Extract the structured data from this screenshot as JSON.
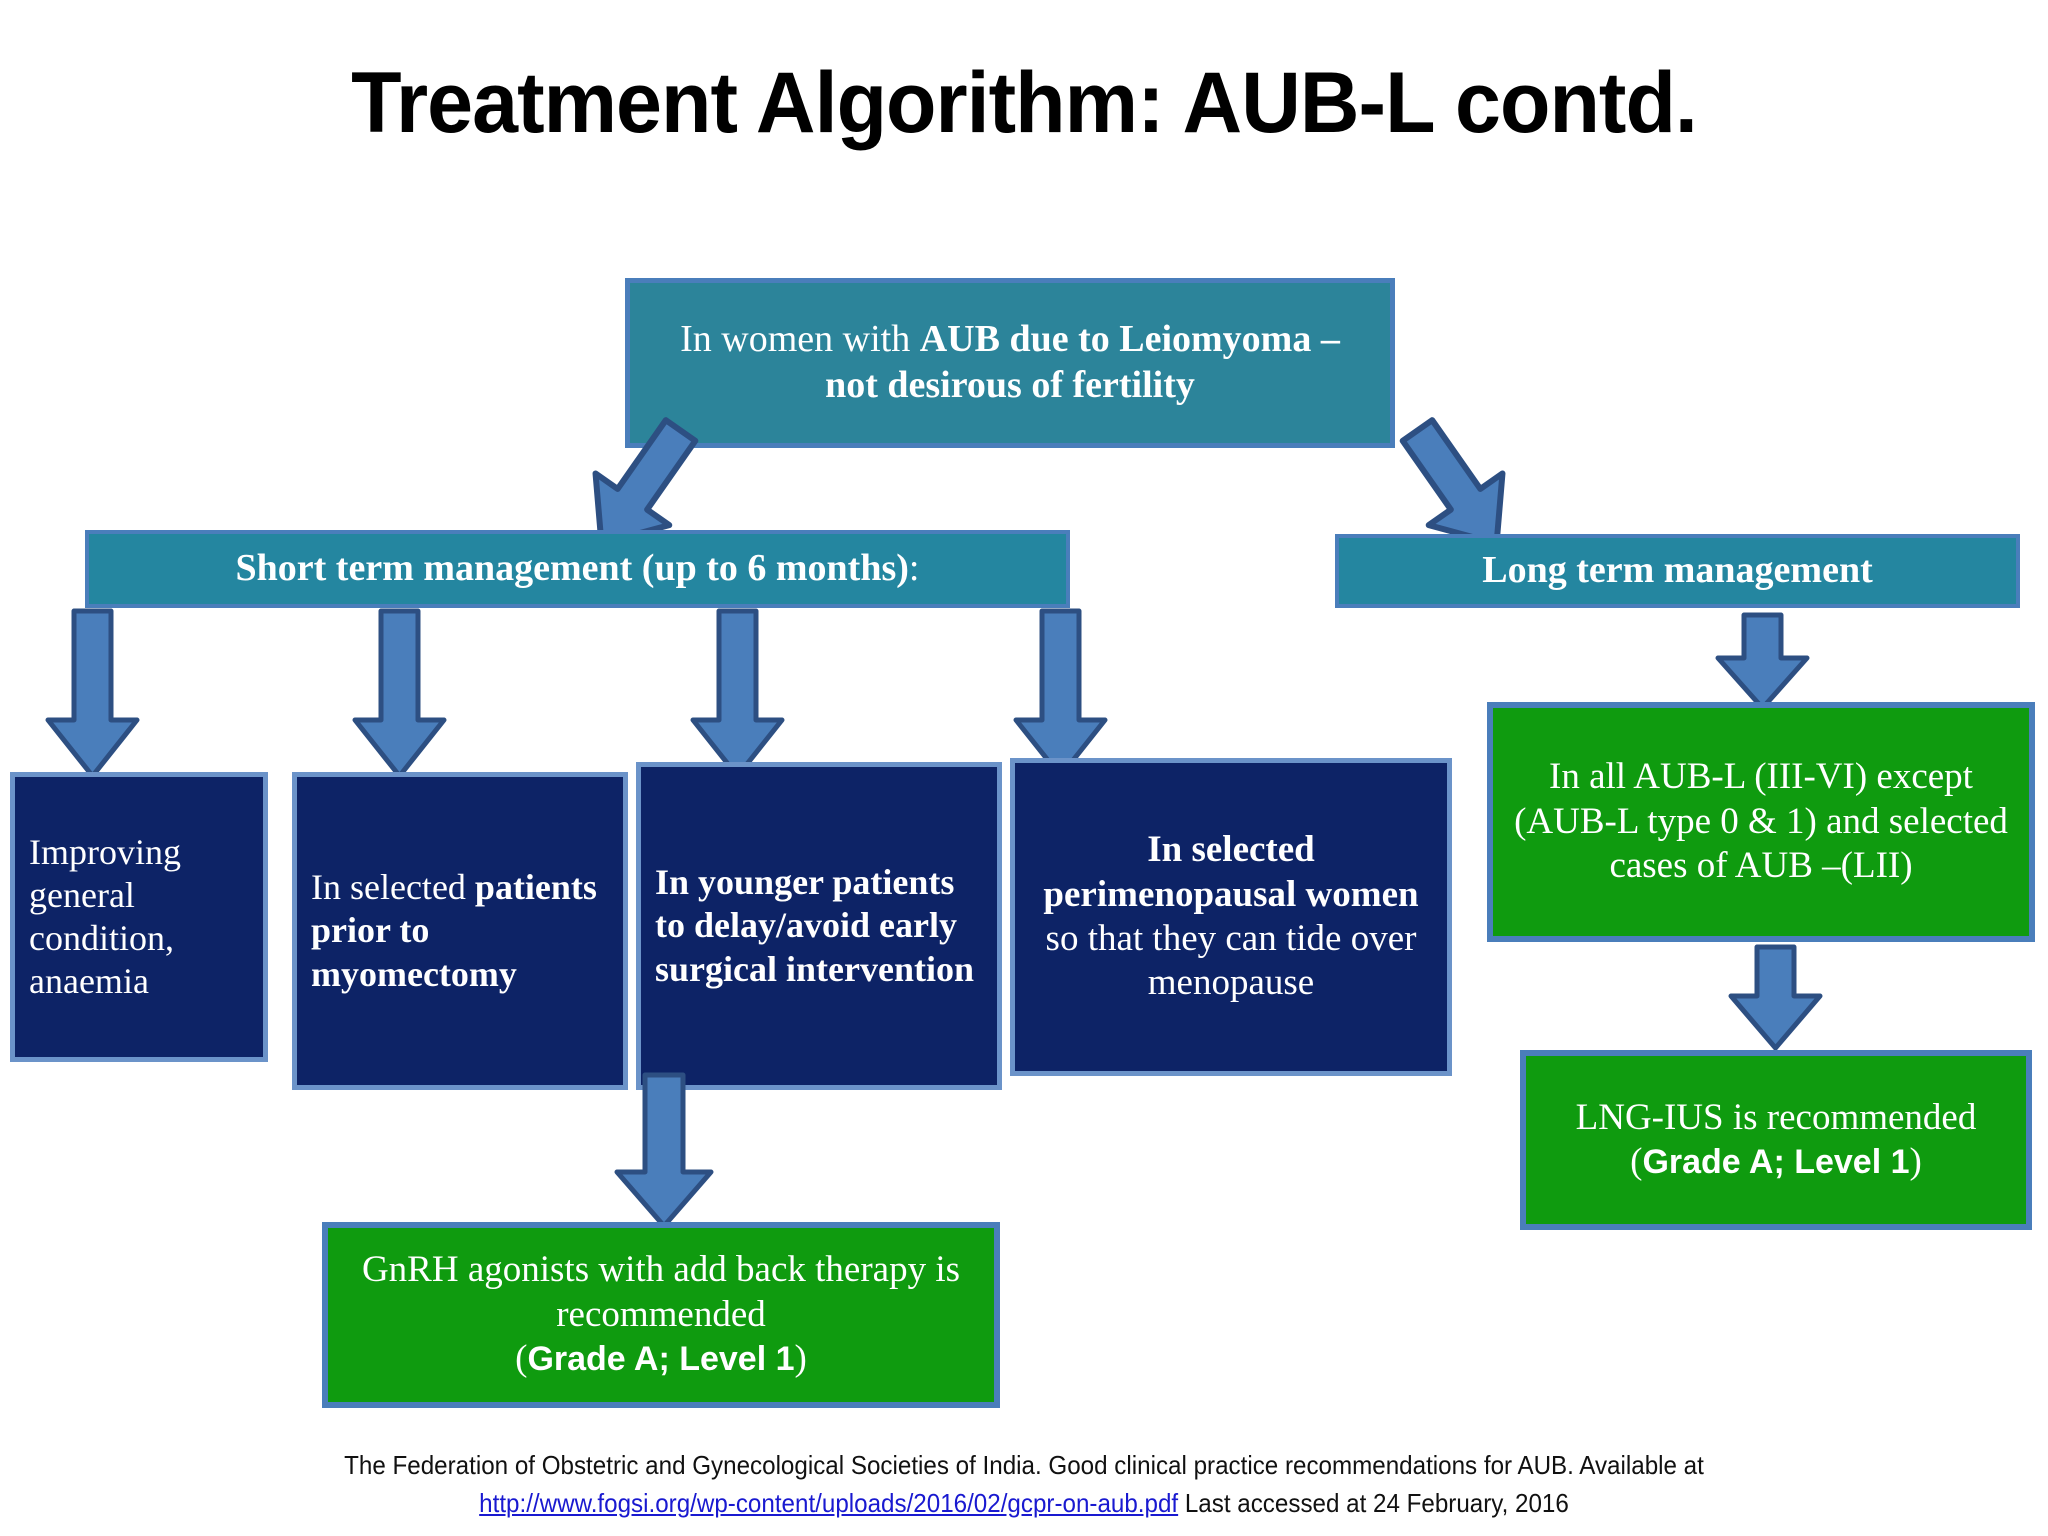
{
  "slide": {
    "title": "Treatment Algorithm: AUB-L contd."
  },
  "colors": {
    "teal_box": "#2c849a",
    "navy_box": "#0d2366",
    "green_box": "#0f9b0f",
    "arrow_blue": "#4a7ebb",
    "arrow_outline": "#2d4f82",
    "box_border_blue": "#4a7ebb",
    "link_blue": "#1919d0",
    "title_black": "#000000"
  },
  "flow": {
    "root": {
      "text_regular_1": "In women with ",
      "text_bold": "AUB due to Leiomyoma – not desirous of fertility"
    },
    "branches": {
      "short_term": {
        "label_bold": "Short term management (up to 6 months)",
        "label_suffix": ":"
      },
      "long_term": {
        "label": "Long term management"
      }
    },
    "short_term_items": [
      {
        "id": "improving-general-condition",
        "regular": "Improving general condition, anaemia",
        "bold": ""
      },
      {
        "id": "patients-prior-to-myomectomy",
        "regular": "In selected ",
        "bold": "patients prior to myomectomy"
      },
      {
        "id": "younger-patients-delay-surgery",
        "regular": "",
        "bold": "In younger patients to delay/avoid early surgical intervention"
      },
      {
        "id": "selected-perimenopausal-women",
        "bold": "In selected perimenopausal women",
        "regular": " so that they can tide over menopause"
      }
    ],
    "recommendations": {
      "gnrh": {
        "text": "GnRH agonists with add back therapy is recommended",
        "grade_open": "(",
        "grade": "Grade A; Level 1",
        "grade_close": ")"
      },
      "lng_ius": {
        "text": "LNG-IUS is recommended",
        "grade_open": "(",
        "grade": "Grade A; Level 1",
        "grade_close": ")"
      }
    },
    "long_term_items": [
      {
        "id": "all-aub-l-except",
        "text": "In all AUB-L (III-VI) except  (AUB-L type 0 & 1) and selected cases of AUB –(LII)"
      }
    ]
  },
  "footer": {
    "line1": "The Federation of  Obstetric and Gynecological Societies of India. Good clinical practice recommendations for AUB. Available at",
    "link": "http://www.fogsi.org/wp-content/uploads/2016/02/gcpr-on-aub.pdf",
    "line2_suffix": "  Last accessed at 24 February, 2016"
  }
}
